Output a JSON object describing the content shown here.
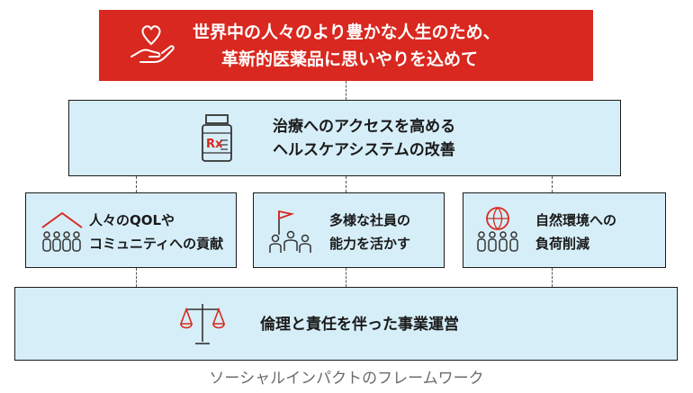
{
  "top": {
    "line1": "世界中の人々のより豊かな人生のため、",
    "line2": "革新的医薬品に思いやりを込めて",
    "icon": "heart-hand-icon"
  },
  "healthcare": {
    "line1": "治療へのアクセスを高める",
    "line2": "ヘルスケアシステムの改善",
    "icon": "medicine-bottle-icon"
  },
  "pillars": [
    {
      "line1": "人々のQOLや",
      "line2": "コミュニティへの貢献",
      "icon": "community-icon"
    },
    {
      "line1": "多様な社員の",
      "line2": "能力を活かす",
      "icon": "diverse-team-icon"
    },
    {
      "line1": "自然環境への",
      "line2": "負荷削減",
      "icon": "globe-people-icon"
    }
  ],
  "base": {
    "label": "倫理と責任を伴った事業運営",
    "icon": "scales-icon"
  },
  "caption": "ソーシャルインパクトのフレームワーク",
  "colors": {
    "red": "#d9281f",
    "light_blue": "#d6eef8",
    "border": "#1a1a1a",
    "icon_red": "#d9281f"
  }
}
